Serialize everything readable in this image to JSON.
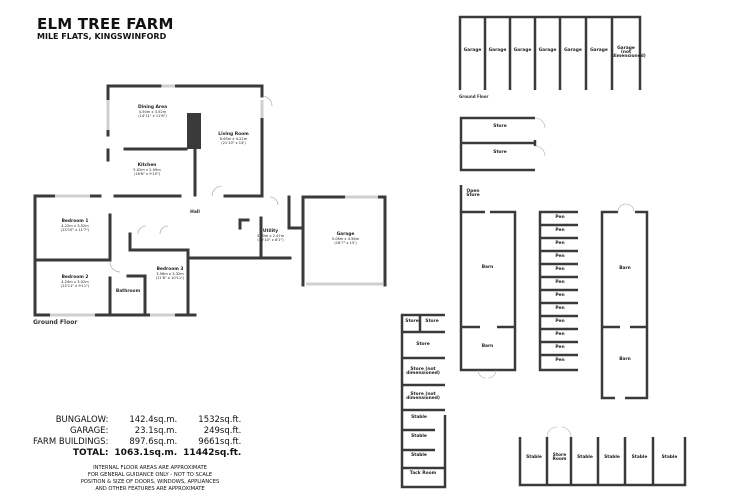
{
  "header": {
    "title": "ELM TREE FARM",
    "subtitle": "MILE FLATS, KINGSWINFORD"
  },
  "bungalow": {
    "floor_label": "Ground Floor",
    "rooms": [
      {
        "name": "Dining Area",
        "metric": "4.50m x 3.52m",
        "imperial": "(14'11\" x 11'6\")"
      },
      {
        "name": "Living Room",
        "metric": "6.65m x 4.22m",
        "imperial": "(21'10\" x 14')"
      },
      {
        "name": "Kitchen",
        "metric": "5.02m x 2.99m",
        "imperial": "(16'6\" x 9'10\")"
      },
      {
        "name": "Hall",
        "metric": "",
        "imperial": ""
      },
      {
        "name": "Bedroom 1",
        "metric": "4.22m x 3.52m",
        "imperial": "(13'10\" x 11'7\")"
      },
      {
        "name": "Bedroom 2",
        "metric": "4.24m x 3.02m",
        "imperial": "(13'11\" x 9'11\")"
      },
      {
        "name": "Bedroom 3",
        "metric": "3.56m x 3.32m",
        "imperial": "(11'8\" x 10'11\")"
      },
      {
        "name": "Bathroom",
        "metric": "",
        "imperial": ""
      },
      {
        "name": "Utility",
        "metric": "3.30m x 2.47m",
        "imperial": "(10'10\" x 8'1\")"
      },
      {
        "name": "Garage",
        "metric": "5.06m x 4.56m",
        "imperial": "(16'7\" x 15')"
      }
    ]
  },
  "farm_buildings": {
    "garages_floor_label": "Ground Floor",
    "garages": [
      "Garage",
      "Garage",
      "Garage",
      "Garage",
      "Garage",
      "Garage",
      "Garage (not dimensioned)"
    ],
    "stores_top": [
      "Store",
      "Store"
    ],
    "open_store": "Open Store",
    "barn_left": [
      "Barn",
      "Barn"
    ],
    "pens": [
      "Pen",
      "Pen",
      "Pen",
      "Pen",
      "Pen",
      "Pen",
      "Pen",
      "Pen",
      "Pen",
      "Pen",
      "Pen",
      "Pen"
    ],
    "barn_right": [
      "Barn",
      "Barn"
    ],
    "range_left": [
      "Store",
      "Store",
      "Store",
      "Store (not dimensioned)",
      "Store (not dimensioned)",
      "Stable",
      "Stable",
      "Stable",
      "Tack Room"
    ],
    "stables_bottom": [
      "Stable",
      "Store Room",
      "Stable",
      "Stable",
      "Stable",
      "Stable"
    ]
  },
  "areas": {
    "rows": [
      {
        "label": "BUNGALOW:",
        "sqm": "142.4sq.m.",
        "sqft": "1532sq.ft."
      },
      {
        "label": "GARAGE:",
        "sqm": "23.1sq.m.",
        "sqft": "249sq.ft."
      },
      {
        "label": "FARM BUILDINGS:",
        "sqm": "897.6sq.m.",
        "sqft": "9661sq.ft."
      }
    ],
    "total": {
      "label": "TOTAL:",
      "sqm": "1063.1sq.m.",
      "sqft": "11442sq.ft."
    }
  },
  "disclaimer": [
    "INTERNAL FLOOR AREAS ARE APPROXIMATE",
    "FOR GENERAL GUIDANCE ONLY - NOT TO SCALE",
    "POSITION & SIZE OF DOORS, WINDOWS, APPLIANCES",
    "AND OTHER FEATURES ARE APPROXIMATE"
  ],
  "colors": {
    "wall": "#3a3a3a",
    "window": "#cfcfcf",
    "background": "#ffffff"
  }
}
